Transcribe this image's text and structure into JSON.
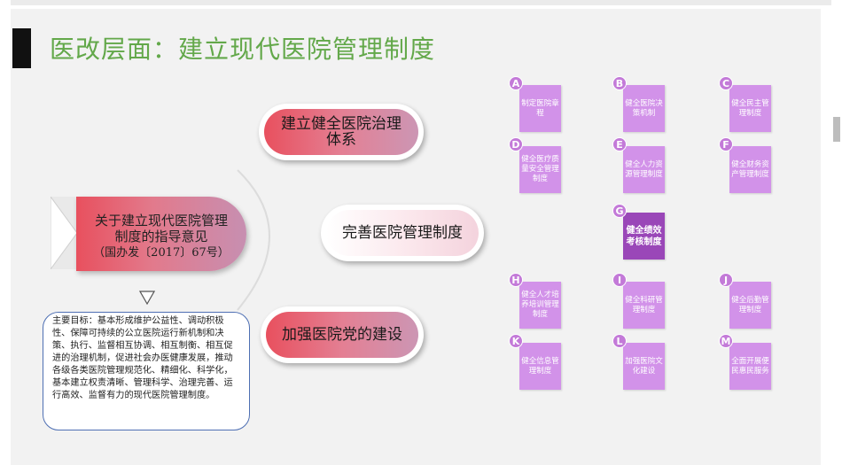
{
  "title": "医改层面：建立现代医院管理制度",
  "document": {
    "line1": "关于建立现代医院管理",
    "line2": "制度的指导意见",
    "line3": "（国办发〔2017〕67号）"
  },
  "goal": "主要目标：基本形成维护公益性、调动积极性、保障可持续的公立医院运行新机制和决策、执行、监督相互协调、相互制衡、相互促进的治理机制，促进社会办医健康发展，推动各级各类医院管理规范化、精细化、科学化，基本建立权责清晰、管理科学、治理完善、运行高效、监督有力的现代医院管理制度。",
  "pillars": [
    {
      "label": "建立健全医院治理体系"
    },
    {
      "label": "完善医院管理制度"
    },
    {
      "label": "加强医院党的建设"
    }
  ],
  "items": [
    {
      "letter": "A",
      "label": "制定医院章程"
    },
    {
      "letter": "B",
      "label": "健全医院决策机制"
    },
    {
      "letter": "C",
      "label": "健全民主管理制度"
    },
    {
      "letter": "D",
      "label": "健全医疗质量安全管理制度"
    },
    {
      "letter": "E",
      "label": "健全人力资源管理制度"
    },
    {
      "letter": "F",
      "label": "健全财务资产管理制度"
    },
    {
      "letter": "G",
      "label": "健全绩效考核制度"
    },
    {
      "letter": "H",
      "label": "健全人才培养培训管理制度"
    },
    {
      "letter": "I",
      "label": "健全科研管理制度"
    },
    {
      "letter": "J",
      "label": "健全后勤管理制度"
    },
    {
      "letter": "K",
      "label": "健全信息管理制度"
    },
    {
      "letter": "L",
      "label": "加强医院文化建设"
    },
    {
      "letter": "M",
      "label": "全面开展便民惠民服务"
    }
  ]
}
